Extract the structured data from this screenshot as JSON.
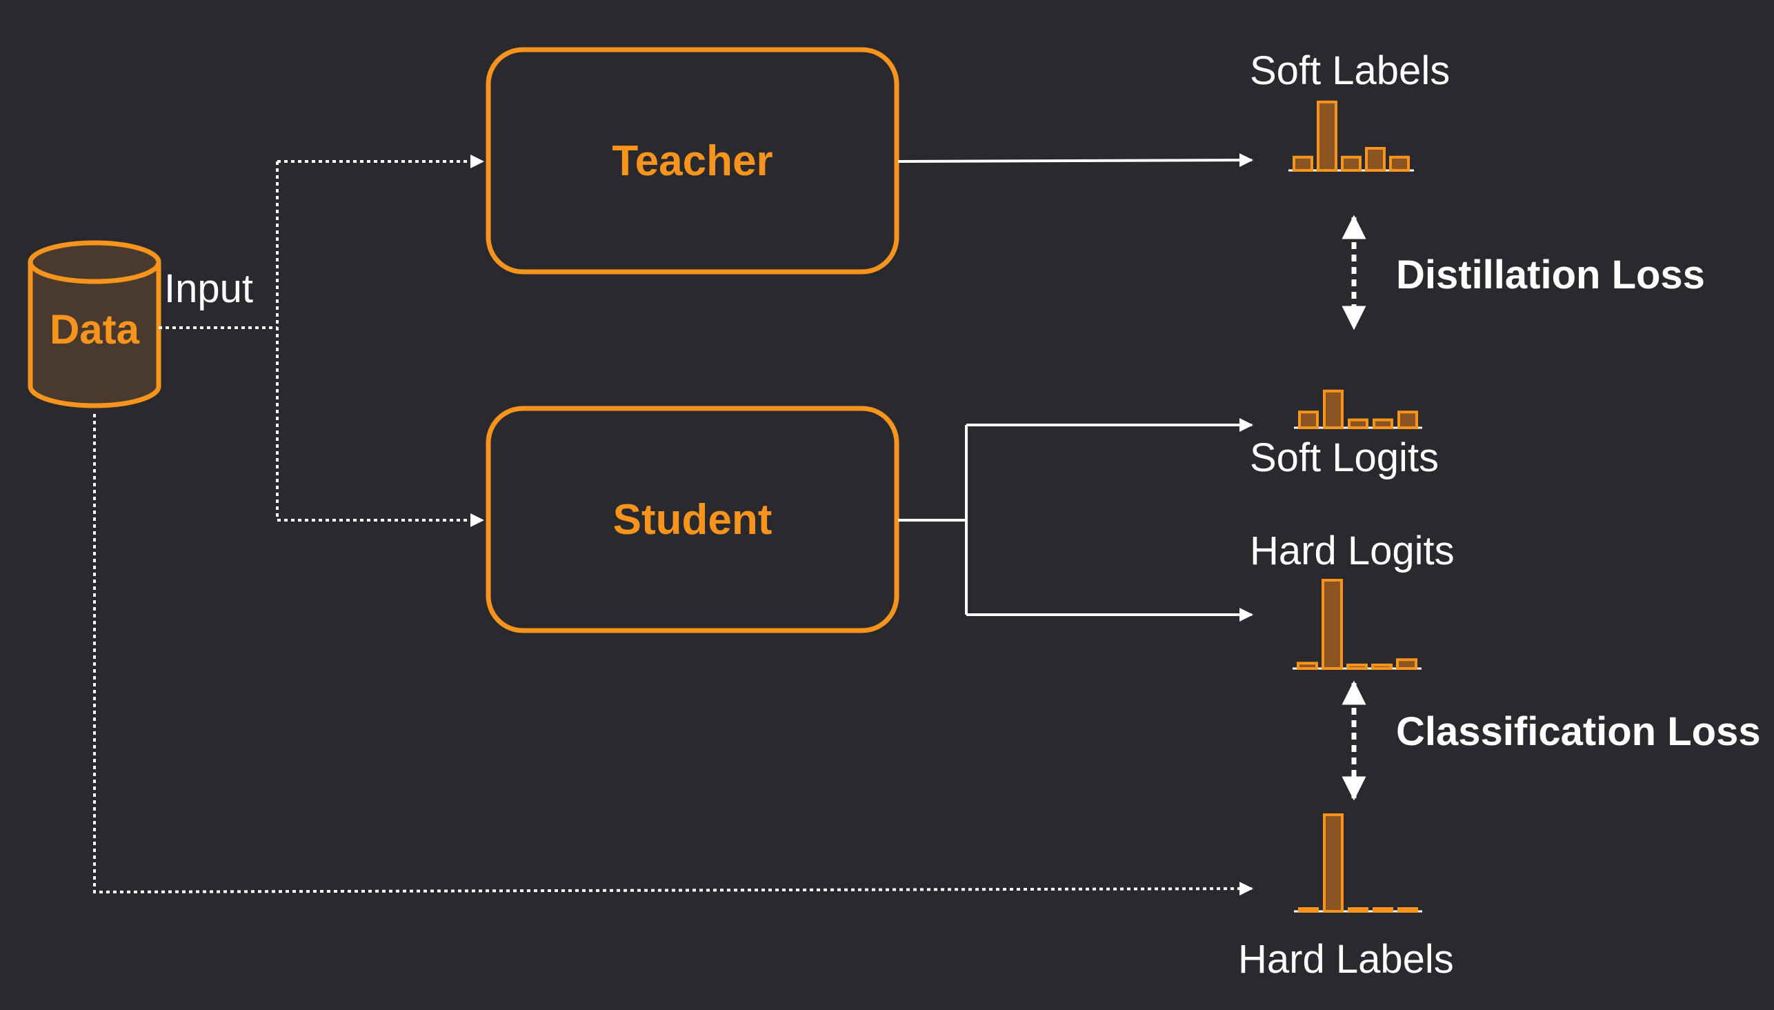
{
  "colors": {
    "background": "#2a2a2e",
    "accent": "#f7941d",
    "bar_fill": "#8a5520",
    "line": "#ffffff",
    "cylinder_fill": "#4a3a2e"
  },
  "data_store": {
    "label": "Data"
  },
  "input_label": "Input",
  "teacher": {
    "label": "Teacher"
  },
  "student": {
    "label": "Student"
  },
  "outputs": {
    "soft_labels": {
      "label": "Soft Labels",
      "bars": [
        0.12,
        0.62,
        0.12,
        0.2,
        0.12
      ]
    },
    "soft_logits": {
      "label": "Soft Logits",
      "bars": [
        0.3,
        0.7,
        0.15,
        0.15,
        0.3
      ]
    },
    "hard_logits": {
      "label": "Hard Logits",
      "bars": [
        0.06,
        1.0,
        0.04,
        0.04,
        0.1
      ]
    },
    "hard_labels": {
      "label": "Hard Labels",
      "bars": [
        0.0,
        1.0,
        0.0,
        0.0,
        0.0
      ]
    }
  },
  "losses": {
    "distillation": "Distillation Loss",
    "classification": "Classification Loss"
  }
}
